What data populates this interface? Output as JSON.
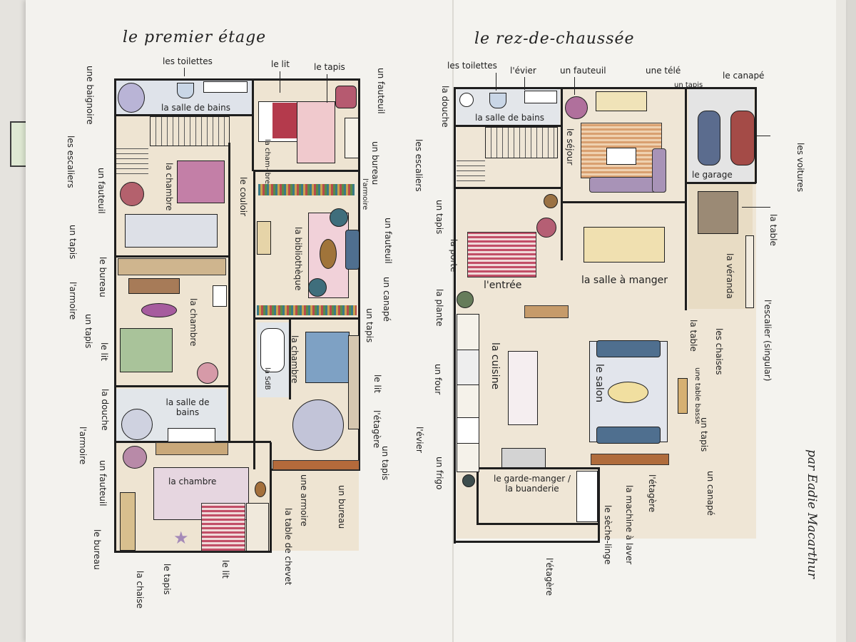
{
  "titles": {
    "upper": "le premier étage",
    "ground": "le rez-de-chaussée"
  },
  "signature": "par Eadie Macarthur",
  "upper_floor": {
    "rooms": {
      "bathroom_top": "la salle de bains",
      "bedroom_left": "la chambre",
      "bedroom_small": "la cham- bre",
      "corridor": "le couloir",
      "library": "la bibliothèque",
      "bedroom_mid": "la chambre",
      "bathroom_lower": "la salle de bains",
      "sdb": "la SdB",
      "bedroom_right": "la chambre",
      "bedroom_bottom": "la chambre"
    },
    "labels": {
      "toilets": "les toilettes",
      "bed_top": "le lit",
      "rug_top": "le tapis",
      "bathtub": "une baignoire",
      "stairs": "les escaliers",
      "armchair_left": "un fauteuil",
      "rug_left": "un tapis",
      "desk_left": "le bureau",
      "wardrobe_left": "l'armoire",
      "rug_left2": "un tapis",
      "bed_left": "le lit",
      "shower": "la douche",
      "wardrobe_left2": "l'armoire",
      "armchair_left2": "un fauteuil",
      "desk_left2": "le bureau",
      "chair": "la chaise",
      "rug_bottom": "le tapis",
      "bed_bottom": "le lit",
      "wardrobe_bottom": "une armoire",
      "nightstand": "la table de chevet",
      "desk_bottom": "un bureau",
      "rug_right": "un tapis",
      "shelf_right": "l'étagère",
      "bed_right": "le lit",
      "rug_right2": "un tapis",
      "sofa_right": "un canapé",
      "armchair_right": "un fauteuil",
      "desk_right": "un bureau",
      "wardrobe_right": "l'armoire",
      "armchair_top": "un fauteuil"
    }
  },
  "ground_floor": {
    "rooms": {
      "bathroom": "la salle de bains",
      "living_room": "le séjour",
      "garage": "le garage",
      "veranda": "la véranda",
      "dining": "la salle à manger",
      "entrance": "l'entrée",
      "kitchen": "la cuisine",
      "lounge": "le salon",
      "pantry": "le garde-manger / la buanderie"
    },
    "labels": {
      "toilets": "les toilettes",
      "sink": "l'évier",
      "armchair": "un fauteuil",
      "tv": "une télé",
      "rug": "un tapis",
      "sofa": "le canapé",
      "shower": "la douche",
      "stairs": "les escaliers",
      "cars": "les voitures",
      "table": "la table",
      "rug_entrance": "un tapis",
      "door": "la porte",
      "plant": "la plante",
      "oven": "un four",
      "kitchen_sink": "l'évier",
      "fridge": "un frigo",
      "shelf_bottom": "l'étagère",
      "staircase": "l'escalier (singular)",
      "chairs": "les chaises",
      "dining_table": "la table",
      "coffee_table": "une table basse",
      "rug_lounge": "un tapis",
      "sofa_lounge": "un canapé",
      "shelf_laundry": "l'étagère",
      "washing_machine": "la machine à laver",
      "dryer": "le sèche-linge"
    }
  }
}
